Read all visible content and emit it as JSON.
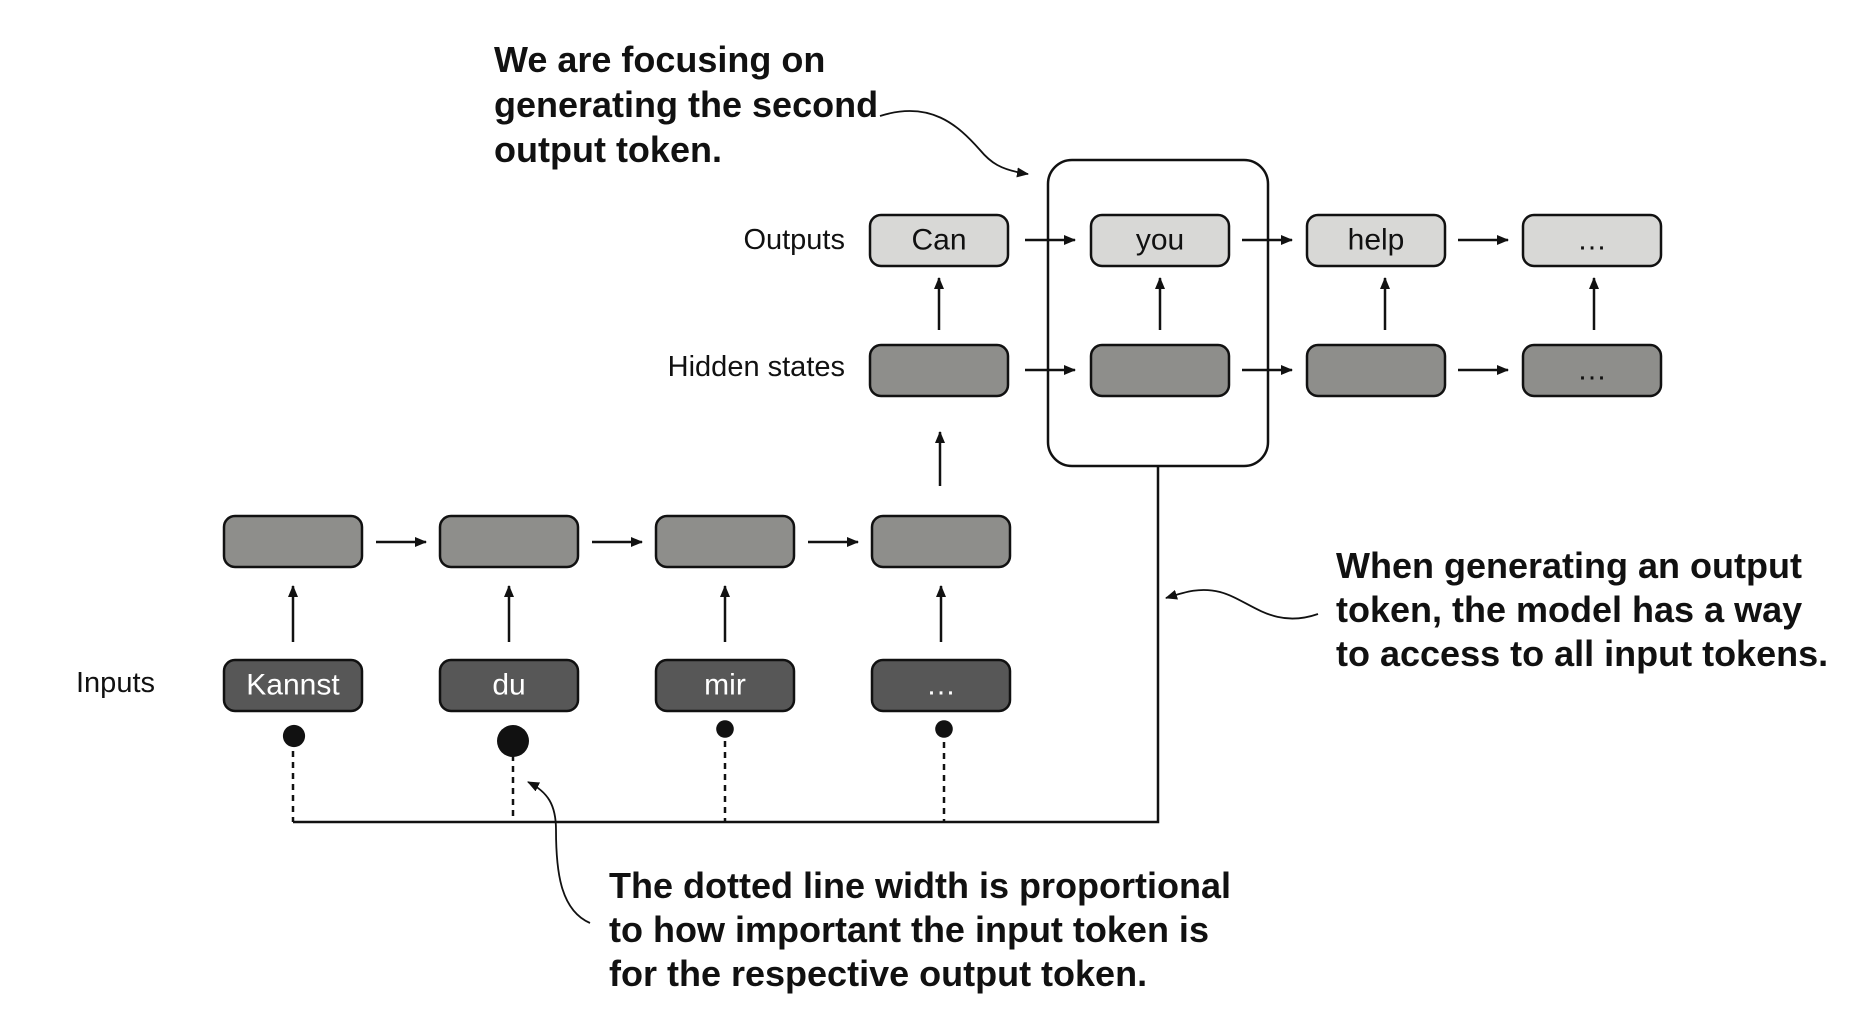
{
  "row_labels": {
    "outputs": "Outputs",
    "hidden_states": "Hidden states",
    "inputs": "Inputs"
  },
  "input_tokens": [
    "Kannst",
    "du",
    "mir",
    "…"
  ],
  "output_tokens": [
    "Can",
    "you",
    "help",
    "…"
  ],
  "hidden_state_labels": [
    "",
    "",
    "",
    "…"
  ],
  "attention_weights": [
    0.55,
    1.0,
    0.35,
    0.35
  ],
  "annotations": {
    "focus": [
      "We are focusing on",
      "generating the second",
      "output token."
    ],
    "access": [
      "When generating an output",
      "token, the model has a way",
      "to access to all input tokens."
    ],
    "dotted": [
      "The dotted line width is proportional",
      "to how important the input token is",
      "for the respective output token."
    ]
  }
}
